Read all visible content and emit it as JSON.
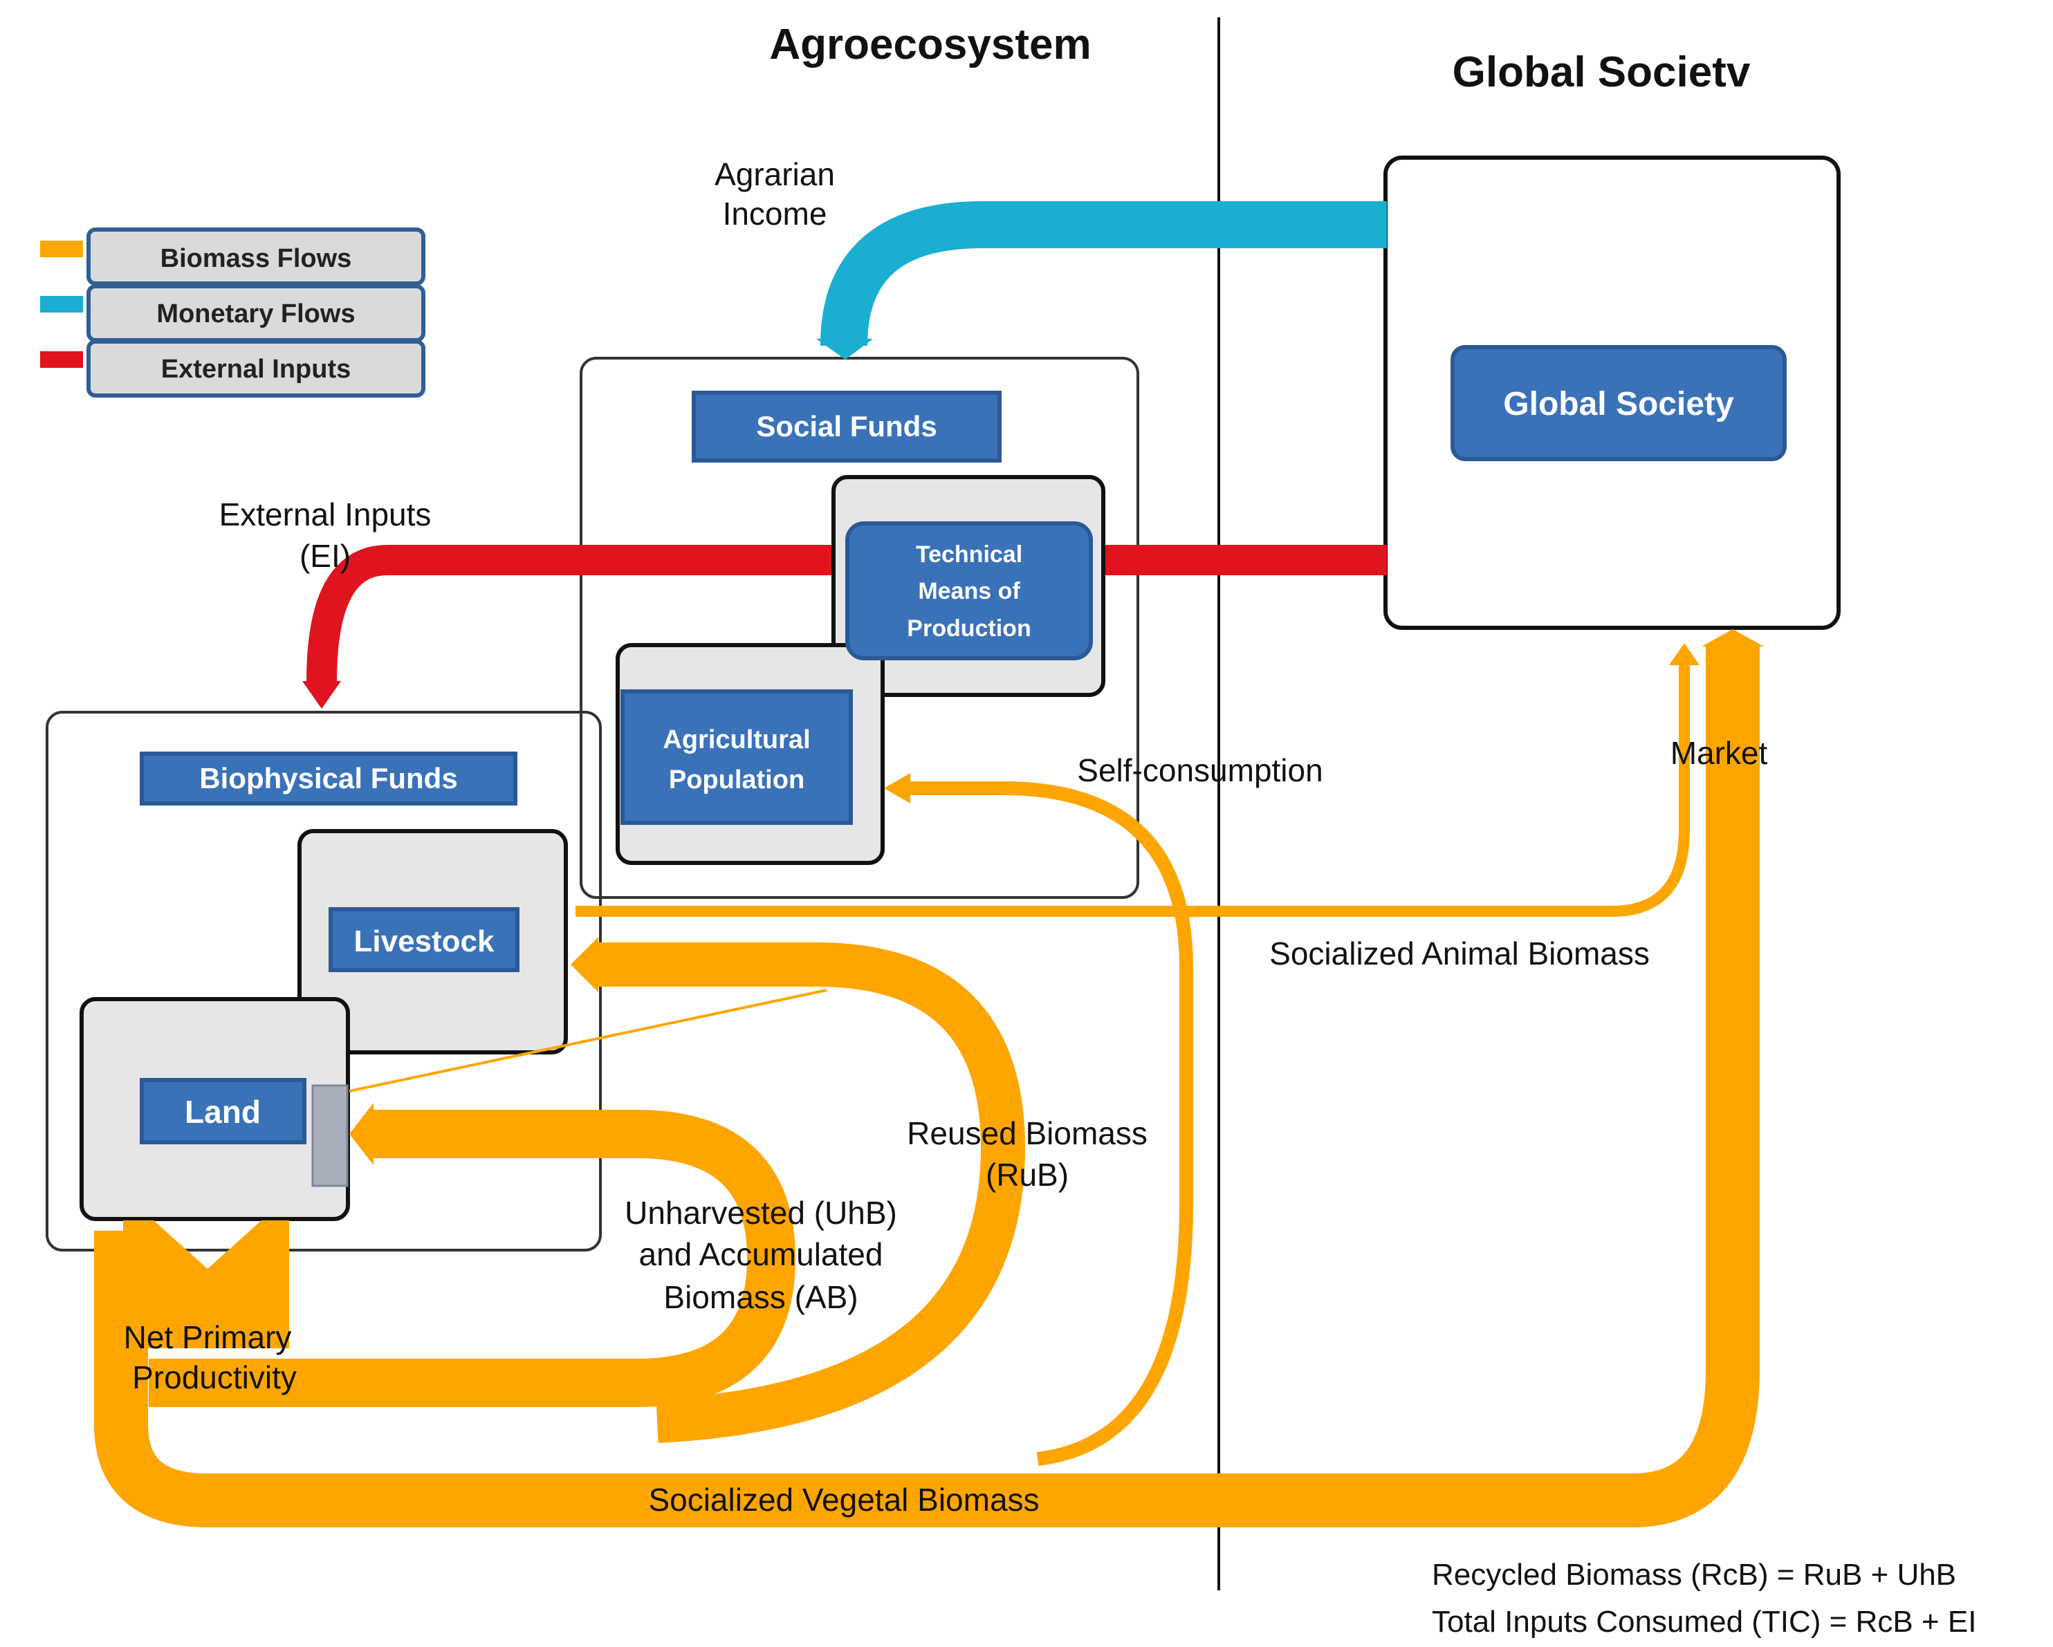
{
  "titles": {
    "agroecosystem": "Agroecosystem",
    "global": "Global Societv"
  },
  "legend": [
    {
      "label": "Biomass Flows",
      "color": "#FFA500"
    },
    {
      "label": "Monetary Flows",
      "color": "#1AAFD0"
    },
    {
      "label": "External Inputs",
      "color": "#E0141E"
    }
  ],
  "colors": {
    "biomass": "#FFA500",
    "monetary": "#1AAFD0",
    "external": "#E0141E",
    "fund_box": "#3A72B8",
    "fund_box_border": "#2A5A96",
    "compartment_fill": "#E6E6E6",
    "land_gray": "#A8AFBA"
  },
  "boxes": {
    "social_funds": "Social Funds",
    "technical_means": [
      "Technical",
      "Means of",
      "Production"
    ],
    "agricultural_population": [
      "Agricultural",
      "Population"
    ],
    "biophysical_funds": "Biophysical Funds",
    "livestock": "Livestock",
    "land": "Land",
    "global_society": "Global Society"
  },
  "flow_labels": {
    "agrarian_income": [
      "Agrarian",
      "Income"
    ],
    "external_inputs": [
      "External Inputs",
      "(EI)"
    ],
    "self_consumption": "Self-consumption",
    "market": "Market",
    "socialized_animal": "Socialized Animal Biomass",
    "reused_biomass": [
      "Reused Biomass",
      "(RuB)"
    ],
    "unharvested": [
      "Unharvested (UhB)",
      "and Accumulated",
      "Biomass (AB)"
    ],
    "npp": [
      "Net Primary",
      "Productivity"
    ],
    "socialized_vegetal": "Socialized Vegetal Biomass"
  },
  "formulas": [
    "Recycled Biomass (RcB) = RuB + UhB",
    "Total Inputs Consumed (TIC) = RcB + EI"
  ]
}
